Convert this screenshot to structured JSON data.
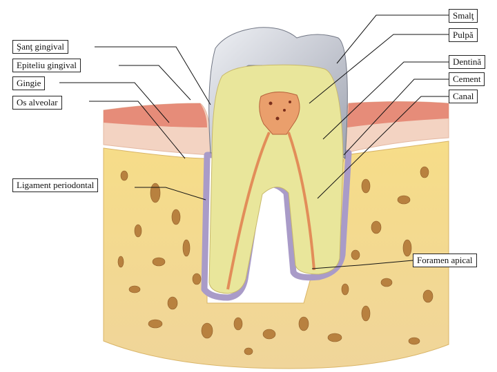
{
  "labels": {
    "sant_gingival": "Şanţ gingival",
    "epiteliu_gingival": "Epiteliu gingival",
    "gingie": "Gingie",
    "os_alveolar": "Os alveolar",
    "ligament_periodontal": "Ligament periodontal",
    "smalt": "Smalţ",
    "pulpa": "Pulpă",
    "dentina": "Dentină",
    "cement": "Cement",
    "canal": "Canal",
    "foramen_apical": "Foramen apical"
  },
  "colors": {
    "background": "#ffffff",
    "bone": "#f2d889",
    "bone_pores": "#b57a3c",
    "gum": "#f1c9b4",
    "gum_edge": "#d24a3a",
    "enamel": "#c9ccd4",
    "dentin": "#e8e79a",
    "pulp": "#e9a070",
    "ligament": "#a99bc8",
    "leader_line": "#111111"
  }
}
